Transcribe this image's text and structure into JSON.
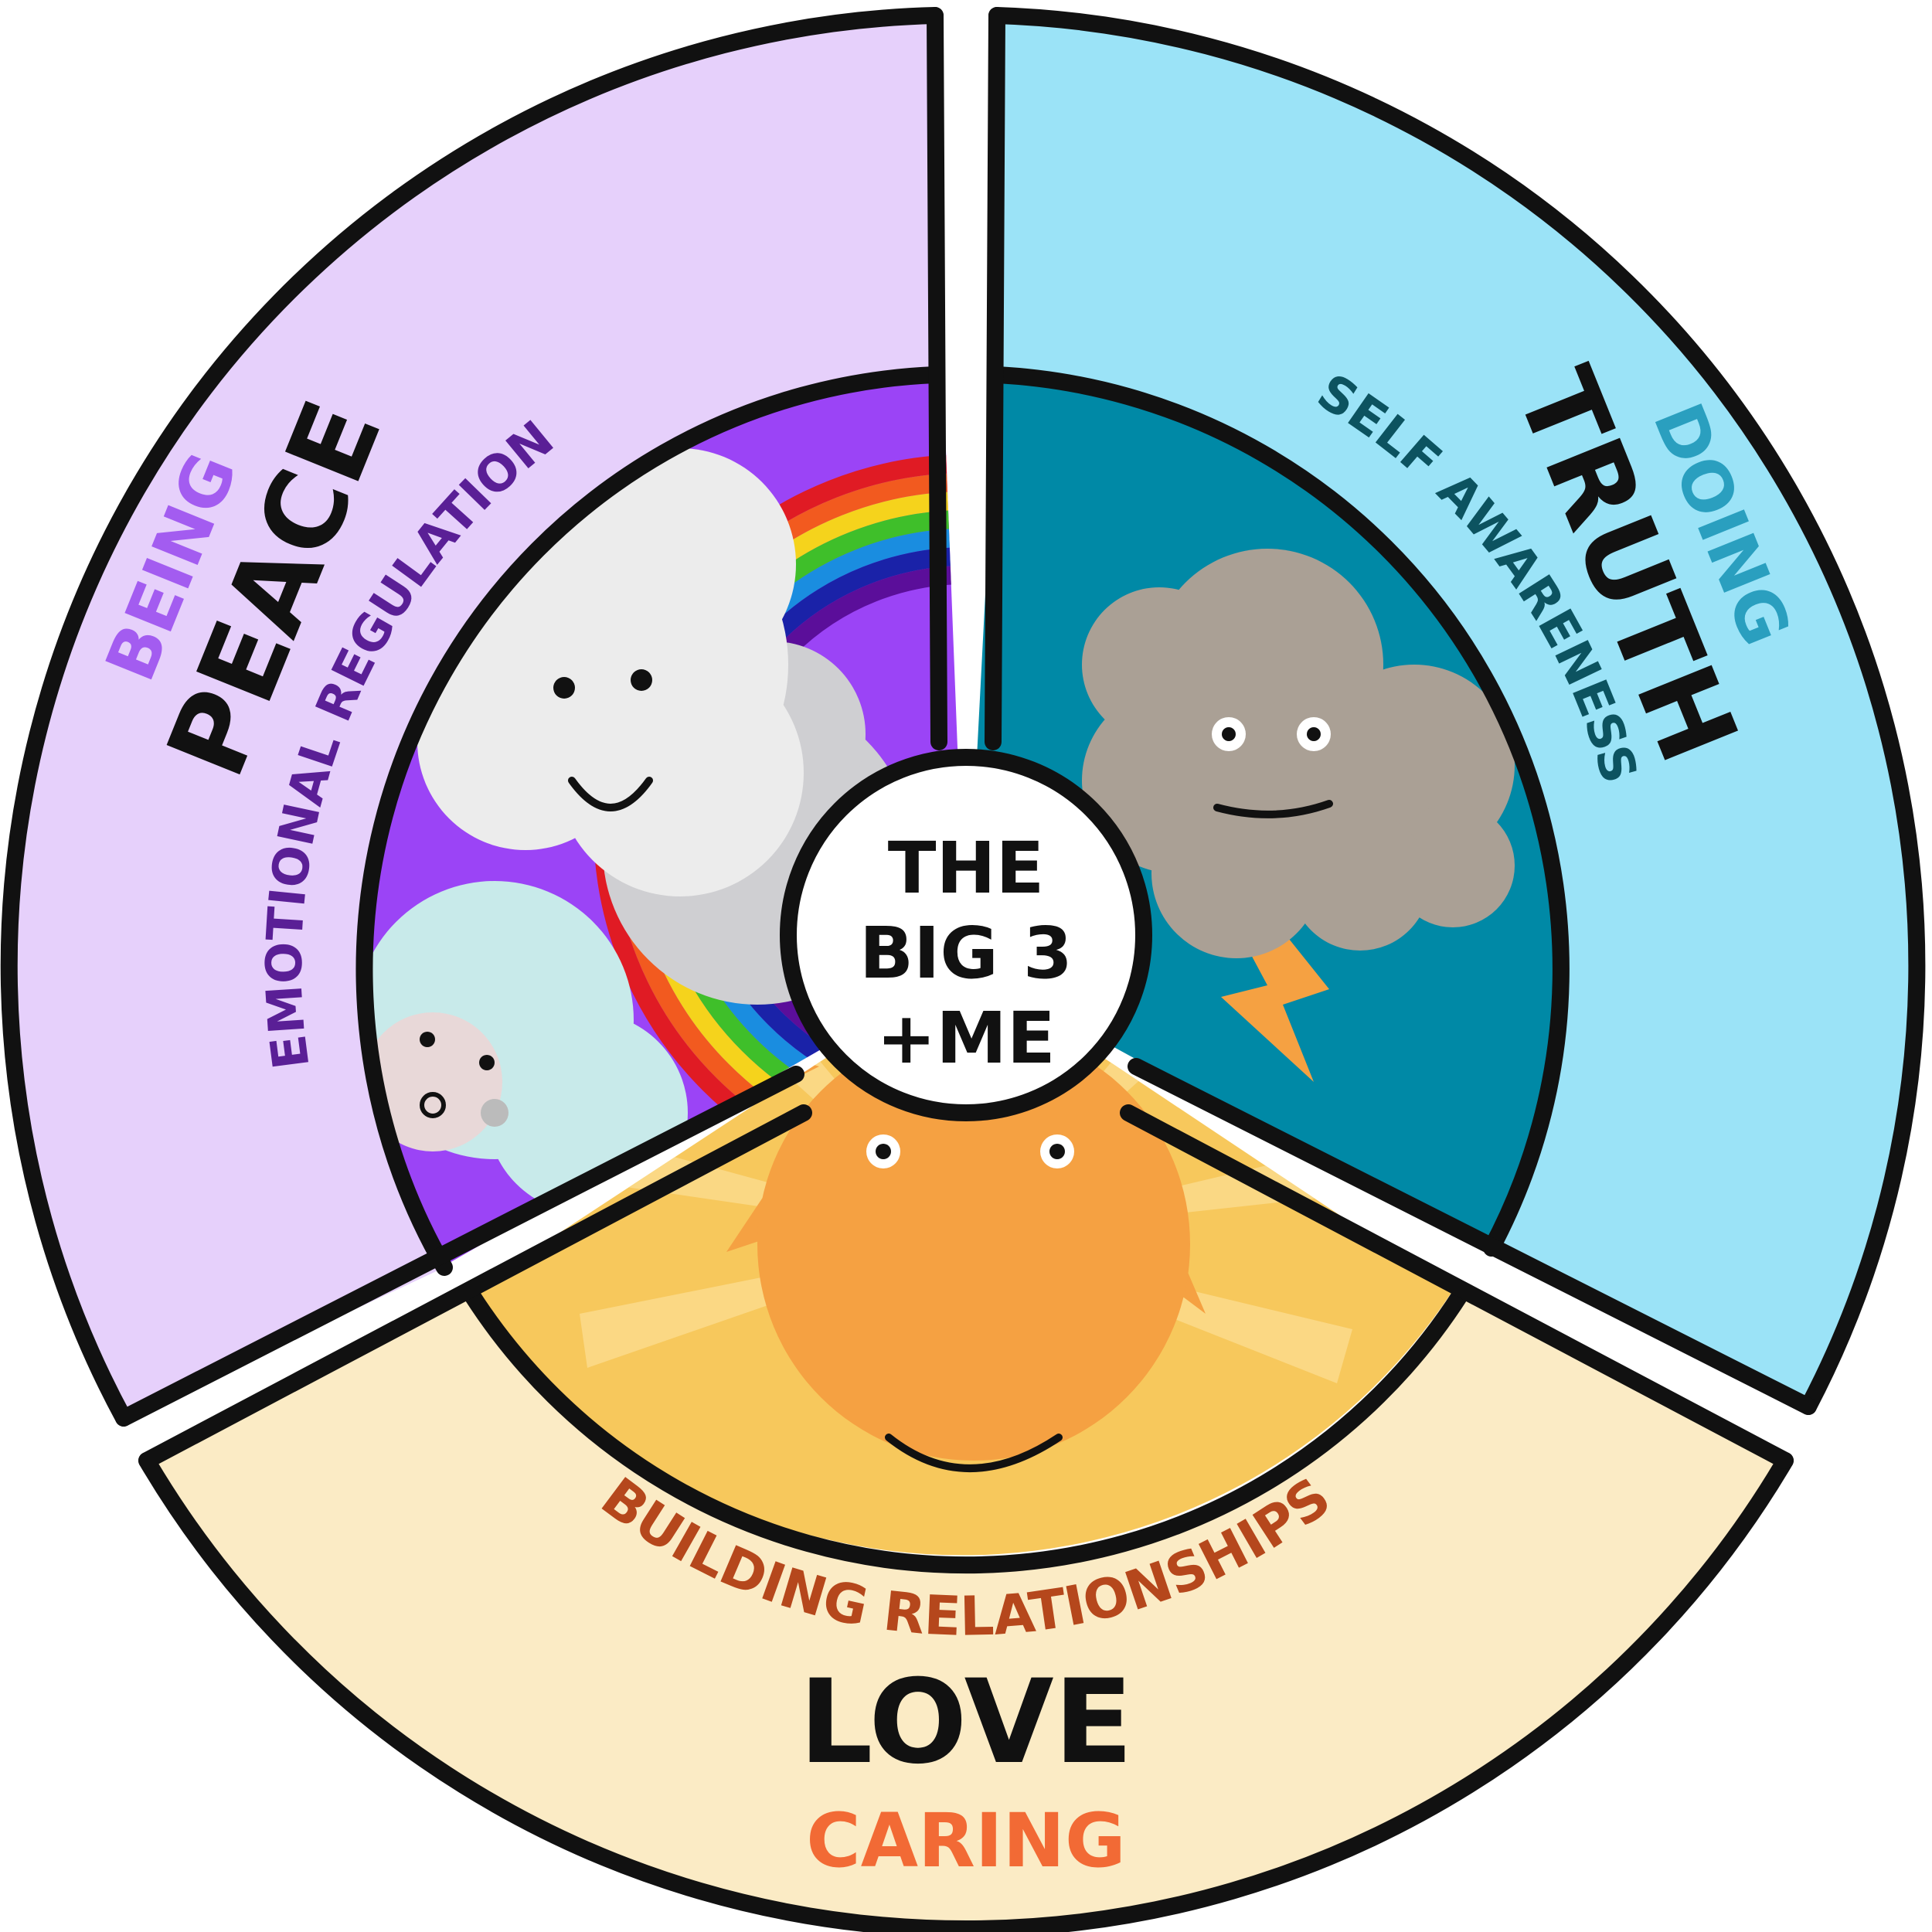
{
  "center": {
    "line1": "THE",
    "line2": "BIG 3",
    "line3": "+ME"
  },
  "peace": {
    "verb": "BEING",
    "title": "PEACE",
    "subtitle": "EMOTIONAL REGULATION"
  },
  "truth": {
    "verb": "DOING",
    "title": "TRUTH",
    "subtitle": "SELF AWARENESS"
  },
  "love": {
    "subtitle": "BUILDING RELATIONSHIPS",
    "title": "LOVE",
    "verb": "CARING"
  },
  "colors": {
    "peace_outer": "#e6d0fb",
    "peace_inner": "#9b44f6",
    "truth_outer": "#9be3f7",
    "truth_inner": "#0089a6",
    "love_outer": "#fbebc5",
    "love_inner": "#f7c85c",
    "sun": "#f5a142",
    "peace_verb_text": "#a35cf0",
    "peace_sub_text": "#5a1f96",
    "truth_verb_text": "#2a9fbf",
    "truth_sub_text": "#0c5360",
    "love_sub_text": "#b5471c",
    "love_verb_text": "#f26a35"
  },
  "icons": [
    "rainbow-icon",
    "smiling-cloud-icon",
    "storm-cloud-icon",
    "lightning-icon",
    "sun-icon"
  ]
}
